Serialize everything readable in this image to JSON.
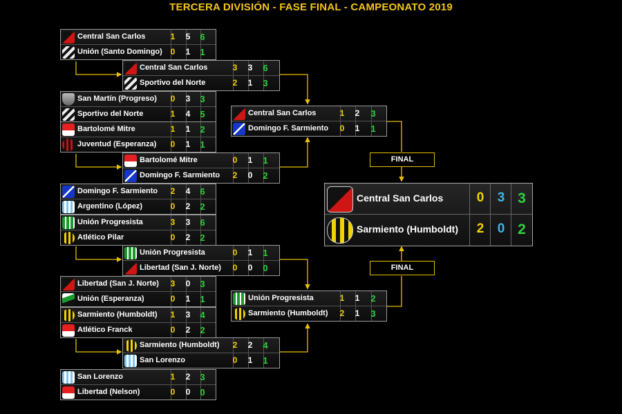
{
  "title": "TERCERA DIVISIÓN - FASE FINAL - CAMPEONATO 2019",
  "colors": {
    "title": "#f5c518",
    "score1": "#f5d400",
    "score2": "#ffffff",
    "total": "#2fd23f",
    "line": "#e8c000"
  },
  "round1": [
    {
      "rows": [
        {
          "team": "Central San Carlos",
          "s1": "1",
          "s2": "5",
          "t": "6",
          "badge": "red-black-crest"
        },
        {
          "team": "Unión (Santo Domingo)",
          "s1": "0",
          "s2": "1",
          "t": "1",
          "badge": "black-white-crest"
        }
      ]
    },
    {
      "rows": [
        {
          "team": "San Martín (Progreso)",
          "s1": "0",
          "s2": "3",
          "t": "3",
          "badge": "grey-shield-crest"
        },
        {
          "team": "Sportivo del Norte",
          "s1": "1",
          "s2": "4",
          "t": "5",
          "badge": "black-white-crest"
        }
      ]
    },
    {
      "rows": [
        {
          "team": "Bartolomé Mitre",
          "s1": "1",
          "s2": "1",
          "t": "2",
          "badge": "red-white-crest"
        },
        {
          "team": "Juventud (Esperanza)",
          "s1": "0",
          "s2": "1",
          "t": "1",
          "badge": "red-black-stripes-crest"
        }
      ]
    },
    {
      "rows": [
        {
          "team": "Domingo F. Sarmiento",
          "s1": "2",
          "s2": "4",
          "t": "6",
          "badge": "blue-diagonal-crest"
        },
        {
          "team": "Argentino (López)",
          "s1": "0",
          "s2": "2",
          "t": "2",
          "badge": "lightblue-stripes-crest"
        }
      ]
    },
    {
      "rows": [
        {
          "team": "Unión Progresista",
          "s1": "3",
          "s2": "3",
          "t": "6",
          "badge": "green-white-crest"
        },
        {
          "team": "Atlético Pilar",
          "s1": "0",
          "s2": "2",
          "t": "2",
          "badge": "black-yellow-crest"
        }
      ]
    },
    {
      "rows": [
        {
          "team": "Libertad (San J. Norte)",
          "s1": "3",
          "s2": "0",
          "t": "3",
          "badge": "red-black-crest"
        },
        {
          "team": "Unión (Esperanza)",
          "s1": "0",
          "s2": "1",
          "t": "1",
          "badge": "green-black-crest"
        }
      ]
    },
    {
      "rows": [
        {
          "team": "Sarmiento (Humboldt)",
          "s1": "1",
          "s2": "3",
          "t": "4",
          "badge": "black-yellow-crest"
        },
        {
          "team": "Atlético Franck",
          "s1": "0",
          "s2": "2",
          "t": "2",
          "badge": "red-white-crest"
        }
      ]
    },
    {
      "rows": [
        {
          "team": "San Lorenzo",
          "s1": "1",
          "s2": "2",
          "t": "3",
          "badge": "lightblue-stripes-crest"
        },
        {
          "team": "Libertad (Nelson)",
          "s1": "0",
          "s2": "0",
          "t": "0",
          "badge": "red-white-crest"
        }
      ]
    }
  ],
  "round2": [
    {
      "rows": [
        {
          "team": "Central San Carlos",
          "s1": "3",
          "s2": "3",
          "t": "6",
          "badge": "red-black-crest"
        },
        {
          "team": "Sportivo del Norte",
          "s1": "2",
          "s2": "1",
          "t": "3",
          "badge": "black-white-crest"
        }
      ]
    },
    {
      "rows": [
        {
          "team": "Bartolomé Mitre",
          "s1": "0",
          "s2": "1",
          "t": "1",
          "badge": "red-white-crest"
        },
        {
          "team": "Domingo F. Sarmiento",
          "s1": "2",
          "s2": "0",
          "t": "2",
          "badge": "blue-diagonal-crest"
        }
      ]
    },
    {
      "rows": [
        {
          "team": "Unión Progresista",
          "s1": "0",
          "s2": "1",
          "t": "1",
          "badge": "green-white-crest"
        },
        {
          "team": "Libertad (San J. Norte)",
          "s1": "0",
          "s2": "0",
          "t": "0",
          "badge": "red-black-crest"
        }
      ]
    },
    {
      "rows": [
        {
          "team": "Sarmiento (Humboldt)",
          "s1": "2",
          "s2": "2",
          "t": "4",
          "badge": "black-yellow-crest"
        },
        {
          "team": "San Lorenzo",
          "s1": "0",
          "s2": "1",
          "t": "1",
          "badge": "lightblue-stripes-crest"
        }
      ]
    }
  ],
  "round3": [
    {
      "rows": [
        {
          "team": "Central San Carlos",
          "s1": "1",
          "s2": "2",
          "t": "3",
          "badge": "red-black-crest"
        },
        {
          "team": "Domingo F. Sarmiento",
          "s1": "0",
          "s2": "1",
          "t": "1",
          "badge": "blue-diagonal-crest"
        }
      ]
    },
    {
      "rows": [
        {
          "team": "Unión Progresista",
          "s1": "1",
          "s2": "1",
          "t": "2",
          "badge": "green-white-crest"
        },
        {
          "team": "Sarmiento (Humboldt)",
          "s1": "2",
          "s2": "1",
          "t": "3",
          "badge": "black-yellow-crest"
        }
      ]
    }
  ],
  "final_label_top": "FINAL",
  "final_label_bottom": "FINAL",
  "final": {
    "rows": [
      {
        "team": "Central San Carlos",
        "s1": "0",
        "s2": "3",
        "t": "3",
        "badge": "red-black-crest"
      },
      {
        "team": "Sarmiento (Humboldt)",
        "s1": "2",
        "s2": "0",
        "t": "2",
        "badge": "black-yellow-crest"
      }
    ]
  }
}
